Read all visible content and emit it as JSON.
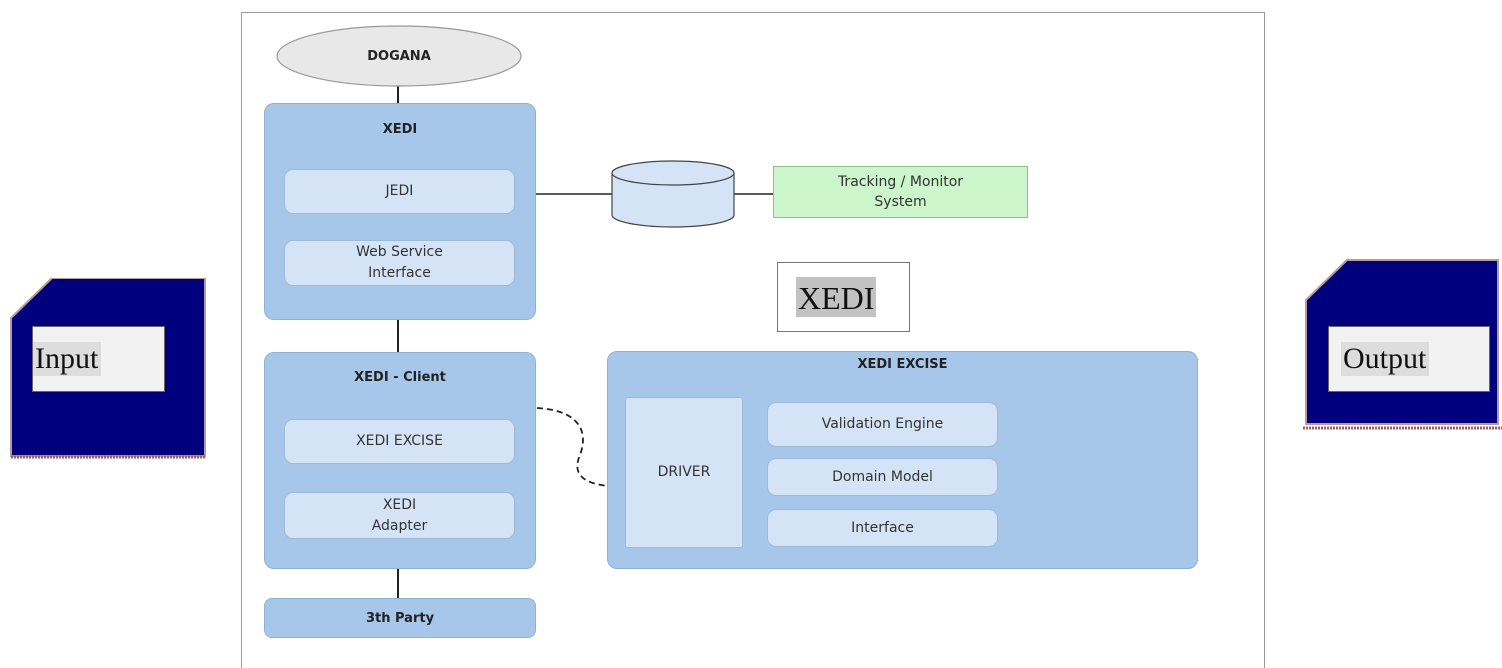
{
  "nodes": {
    "dogana": "DOGANA",
    "xedi": "XEDI",
    "jedi": "JEDI",
    "web_service": [
      "Web Service",
      "Interface"
    ],
    "tracking": [
      "Tracking / Monitor",
      "System"
    ],
    "xedi_client": "XEDI - Client",
    "xedi_excise_item": "XEDI EXCISE",
    "xedi_adapter": [
      "XEDI",
      "Adapter"
    ],
    "third_party": "3th Party",
    "xedi_excise_group": "XEDI EXCISE",
    "driver": "DRIVER",
    "validation_engine": "Validation Engine",
    "domain_model": "Domain Model",
    "interface": "Interface"
  },
  "caption": "XEDI",
  "input_label": "Input",
  "output_label": "Output",
  "colors": {
    "module_fill": "#a7c7ea",
    "submodule_fill": "#d4e4f6",
    "tracking_fill": "#ccf5cc",
    "ellipse_fill": "#e8e8e8",
    "card_navy": "#00007f"
  }
}
